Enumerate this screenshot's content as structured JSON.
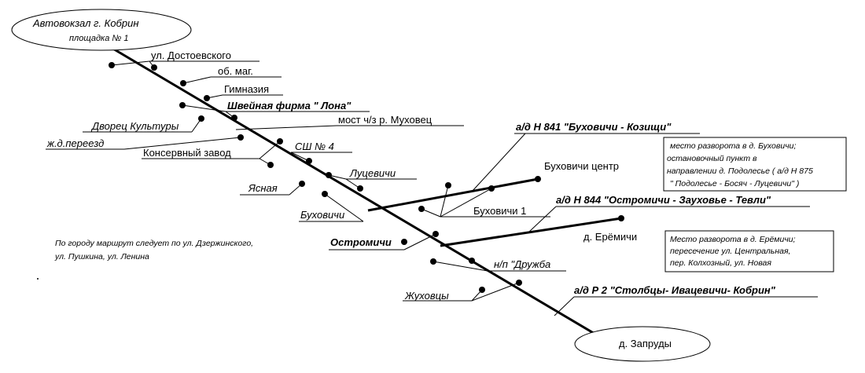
{
  "terminals": {
    "start_title": "Автовокзал г. Кобрин",
    "start_sub": "площадка № 1",
    "end": "д. Запруды"
  },
  "stops": {
    "dostoevskogo": "ул. Достоевского",
    "ob_mag": "об. маг.",
    "gimnaziya": "Гимназия",
    "lona": "Швейная фирма \" Лона\"",
    "most": "мост ч/з р. Муховец",
    "dvorets": "Дворец Культуры",
    "pereezd": "ж.д.переезд",
    "konserv": "Консервный завод",
    "sh4": "СШ № 4",
    "lutsevichi": "Луцевичи",
    "yasnaya": "Ясная",
    "buhovichi": "Буховичи",
    "buhovichi1": "Буховичи 1",
    "buhovichi_center": "Буховичи центр",
    "ostromichi": "Остромичи",
    "eremichi": "д. Ерёмичи",
    "druzhba": "н/п \"Дружба",
    "zhuhovtsy": "Жуховцы"
  },
  "roads": {
    "n841": "а/д Н 841 \"Буховичи - Козищи\"",
    "n844": "а/д Н 844 \"Остромичи - Зауховье - Тевли\"",
    "p2": "а/д Р 2 \"Столбцы-   Ивацевичи- Кобрин\""
  },
  "notes": {
    "city": {
      "line1": "По городу маршрут следует по ул. Дзержинского,",
      "line2": "ул. Пушкина,     ул. Ленина"
    },
    "buhovichi_turn": {
      "line1": "место разворота  в д. Буховичи;",
      "line2": "остановочный пункт в",
      "line3": "направлении д. Подолесье  ( а/д Н 875",
      "line4": "\" Подолесье - Босяч - Луцевичи\"  )"
    },
    "eremichi_turn": {
      "line1": "Место разворота в д. Ерёмичи;",
      "line2": "пересечение ул. Центральная,",
      "line3": "пер. Колхозный, ул. Новая"
    }
  }
}
